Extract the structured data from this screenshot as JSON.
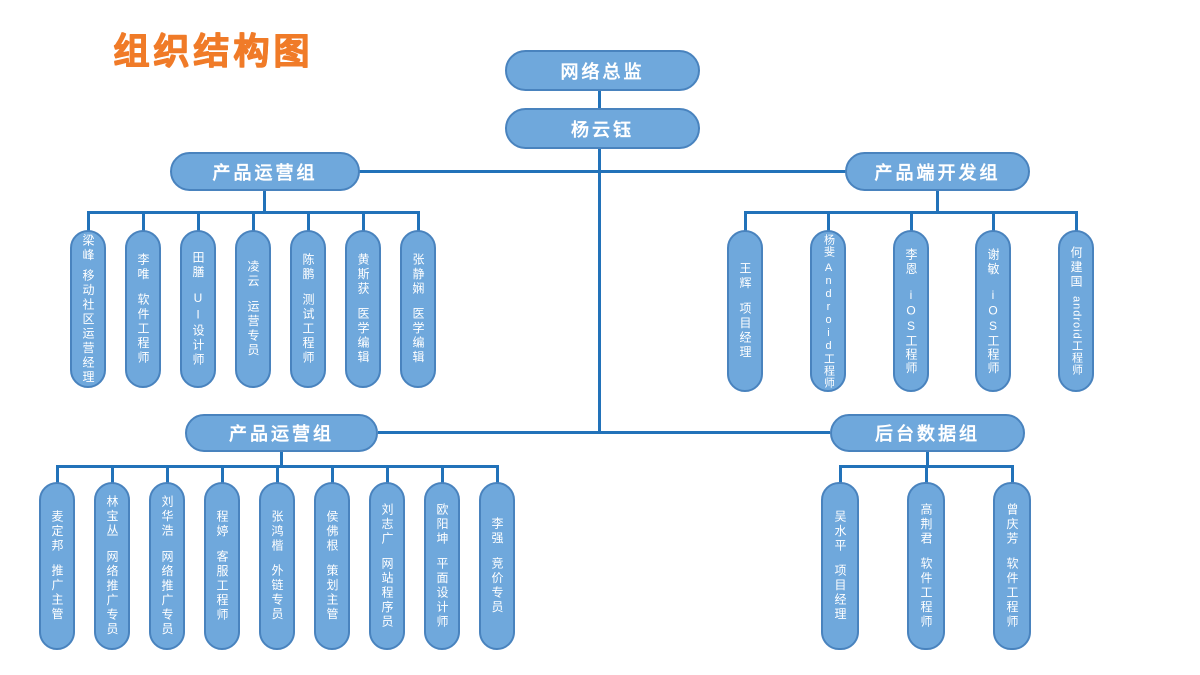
{
  "title": "组织结构图",
  "root": {
    "label": "网络总监"
  },
  "manager": {
    "label": "杨云钰"
  },
  "groups": [
    {
      "label": "产品运营组",
      "members": [
        {
          "name": "梁峰",
          "title": "移动社区运营经理"
        },
        {
          "name": "李唯",
          "title": "软件工程师"
        },
        {
          "name": "田膳",
          "title": "UI设计师"
        },
        {
          "name": "凌云",
          "title": "运营专员"
        },
        {
          "name": "陈鹏",
          "title": "测试工程师"
        },
        {
          "name": "黄斯获",
          "title": "医学编辑"
        },
        {
          "name": "张静娴",
          "title": "医学编辑"
        }
      ]
    },
    {
      "label": "产品端开发组",
      "members": [
        {
          "name": "王辉",
          "title": "项目经理"
        },
        {
          "name": "杨斐",
          "title": "Android工程师"
        },
        {
          "name": "李恩",
          "title": "iOS工程师"
        },
        {
          "name": "谢敏",
          "title": "iOS工程师"
        },
        {
          "name": "何建国",
          "title": "android工程师"
        }
      ]
    },
    {
      "label": "产品运营组",
      "members": [
        {
          "name": "麦定邦",
          "title": "推广主管"
        },
        {
          "name": "林宝丛",
          "title": "网络推广专员"
        },
        {
          "name": "刘华浩",
          "title": "网络推广专员"
        },
        {
          "name": "程婷",
          "title": "客服工程师"
        },
        {
          "name": "张鸿楷",
          "title": "外链专员"
        },
        {
          "name": "侯佛根",
          "title": "策划主管"
        },
        {
          "name": "刘志广",
          "title": "网站程序员"
        },
        {
          "name": "欧阳坤",
          "title": "平面设计师"
        },
        {
          "name": "李强",
          "title": "竞价专员"
        }
      ]
    },
    {
      "label": "后台数据组",
      "members": [
        {
          "name": "吴水平",
          "title": "项目经理"
        },
        {
          "name": "高荆君",
          "title": "软件工程师"
        },
        {
          "name": "曾庆芳",
          "title": "软件工程师"
        }
      ]
    }
  ],
  "colors": {
    "accent_orange": "#F07B28",
    "pill_fill": "#6FA8DC",
    "pill_border": "#4983BE",
    "connector": "#2272B9",
    "text": "#FFFFFF"
  }
}
